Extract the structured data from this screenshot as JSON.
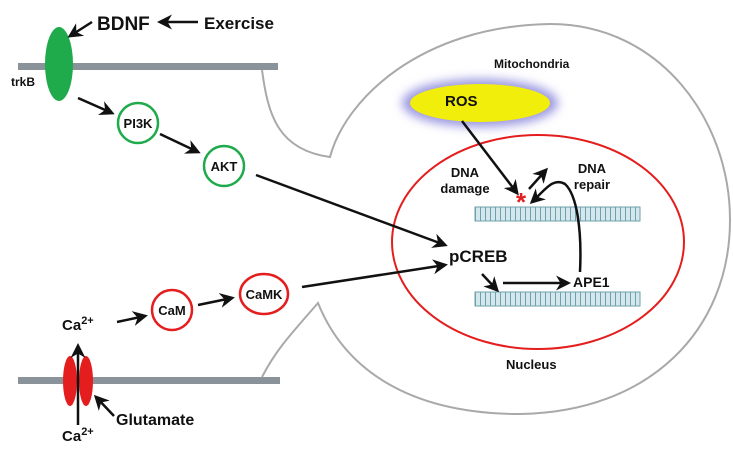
{
  "labels": {
    "bdnf": "BDNF",
    "exercise": "Exercise",
    "trkb": "trkB",
    "pi3k": "PI3K",
    "akt": "AKT",
    "camk": "CaMK",
    "cam": "CaM",
    "ca_top": "Ca",
    "ca_bottom": "Ca",
    "ca_charge": "2+",
    "glutamate": "Glutamate",
    "mitochondria": "Mitochondria",
    "ros": "ROS",
    "dna_damage_line1": "DNA",
    "dna_damage_line2": "damage",
    "dna_repair_line1": "DNA",
    "dna_repair_line2": "repair",
    "pcreb": "pCREB",
    "ape1": "APE1",
    "nucleus": "Nucleus",
    "damage_mark": "*"
  },
  "colors": {
    "green": "#1faa4c",
    "red": "#e41e1e",
    "membrane": "#8a9399",
    "cell_outline": "#a9a9a9",
    "ros_fill": "#f2ee0c",
    "ros_glow": "#9a96e0",
    "dna_fill": "#d3e7ec",
    "dna_stroke": "#6fa1ad"
  }
}
